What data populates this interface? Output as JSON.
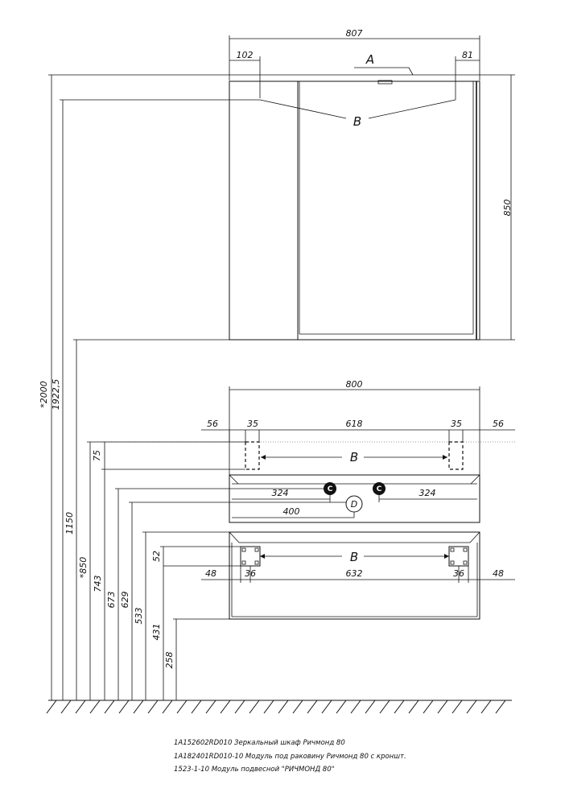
{
  "dimensions": {
    "top_width": "807",
    "top_left_offset": "102",
    "top_right_offset": "81",
    "mirror_height": "850",
    "sink_width": "800",
    "left_edge_56": "56",
    "right_edge_56": "56",
    "left_35": "35",
    "center_618": "618",
    "right_35": "35",
    "left_324": "324",
    "right_324": "324",
    "center_400": "400",
    "h_75": "75",
    "h_52": "52",
    "left_48": "48",
    "right_48": "48",
    "left_36": "36",
    "center_632": "632",
    "right_36": "36"
  },
  "vertical_dimensions": [
    {
      "label": "*2000"
    },
    {
      "label": "1922,5"
    },
    {
      "label": "1150"
    },
    {
      "label": "*850"
    },
    {
      "label": "743"
    },
    {
      "label": "673"
    },
    {
      "label": "629"
    },
    {
      "label": "533"
    },
    {
      "label": "431"
    },
    {
      "label": "258"
    }
  ],
  "markers": {
    "A": "A",
    "B_top": "B",
    "B_sink": "B",
    "B_lower": "B",
    "C_left": "C",
    "C_right": "C",
    "D": "D"
  },
  "captions": [
    "1A152602RD010   Зеркальный шкаф Ричмонд 80",
    "1A182401RD010-10 Модуль под раковину Ричмонд 80 с кроншт.",
    "1523-1-10   Модуль подвесной  \"РИЧМОНД 80\""
  ]
}
